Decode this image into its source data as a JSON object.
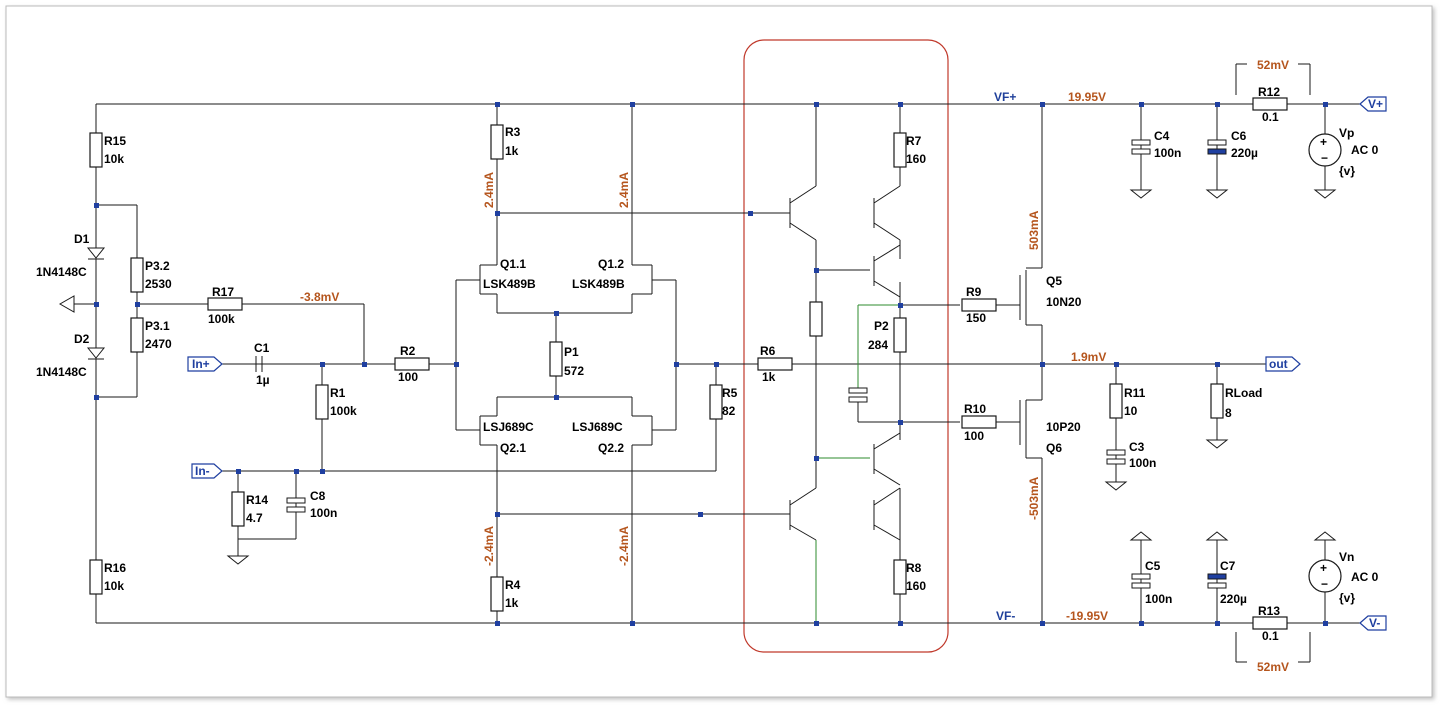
{
  "highlight_color": "#c0392b",
  "measure_color": "#b5551d",
  "net_color": "#1f3fa0",
  "ports": {
    "in_plus": "In+",
    "in_minus": "In-",
    "out": "out",
    "v_plus": "V+",
    "v_minus": "V-"
  },
  "nets": {
    "vf_plus": "VF+",
    "vf_minus": "VF-"
  },
  "measurements": {
    "v_r17": "-3.8mV",
    "v_pos_rail": "19.95V",
    "v_neg_rail": "-19.95V",
    "v_out": "1.9mV",
    "i_r12": "52mV",
    "i_r13": "52mV",
    "i_q11": "2.4mA",
    "i_q12": "2.4mA",
    "i_q21": "-2.4mA",
    "i_q22": "-2.4mA",
    "i_q5": "503mA",
    "i_q6": "-503mA"
  },
  "components": {
    "r15": {
      "name": "R15",
      "value": "10k"
    },
    "r16": {
      "name": "R16",
      "value": "10k"
    },
    "d1": {
      "name": "D1",
      "value": "1N4148C"
    },
    "d2": {
      "name": "D2",
      "value": "1N4148C"
    },
    "p32": {
      "name": "P3.2",
      "value": "2530"
    },
    "p31": {
      "name": "P3.1",
      "value": "2470"
    },
    "r17": {
      "name": "R17",
      "value": "100k"
    },
    "c1": {
      "name": "C1",
      "value": "1µ"
    },
    "r1": {
      "name": "R1",
      "value": "100k"
    },
    "r2": {
      "name": "R2",
      "value": "100"
    },
    "r14": {
      "name": "R14",
      "value": "4.7"
    },
    "c8": {
      "name": "C8",
      "value": "100n"
    },
    "r3": {
      "name": "R3",
      "value": "1k"
    },
    "r4": {
      "name": "R4",
      "value": "1k"
    },
    "q11": {
      "name": "Q1.1",
      "value": "LSK489B"
    },
    "q12": {
      "name": "Q1.2",
      "value": "LSK489B"
    },
    "q21": {
      "name": "Q2.1",
      "value": "LSJ689C"
    },
    "q22": {
      "name": "Q2.2",
      "value": "LSJ689C"
    },
    "p1": {
      "name": "P1",
      "value": "572"
    },
    "r5": {
      "name": "R5",
      "value": "82"
    },
    "r6": {
      "name": "R6",
      "value": "1k"
    },
    "r7": {
      "name": "R7",
      "value": "160"
    },
    "r8": {
      "name": "R8",
      "value": "160"
    },
    "p2": {
      "name": "P2",
      "value": "284"
    },
    "r9": {
      "name": "R9",
      "value": "150"
    },
    "r10": {
      "name": "R10",
      "value": "100"
    },
    "q5": {
      "name": "Q5",
      "value": "10N20"
    },
    "q6": {
      "name": "Q6",
      "value": "10P20"
    },
    "c4": {
      "name": "C4",
      "value": "100n"
    },
    "c6": {
      "name": "C6",
      "value": "220µ"
    },
    "c5": {
      "name": "C5",
      "value": "100n"
    },
    "c7": {
      "name": "C7",
      "value": "220µ"
    },
    "r12": {
      "name": "R12",
      "value": "0.1"
    },
    "r13": {
      "name": "R13",
      "value": "0.1"
    },
    "vp": {
      "name": "Vp",
      "value": "AC 0",
      "extra": "{v}"
    },
    "vn": {
      "name": "Vn",
      "value": "AC 0",
      "extra": "{v}"
    },
    "r11": {
      "name": "R11",
      "value": "10"
    },
    "c3": {
      "name": "C3",
      "value": "100n"
    },
    "rload": {
      "name": "RLoad",
      "value": "8"
    }
  }
}
